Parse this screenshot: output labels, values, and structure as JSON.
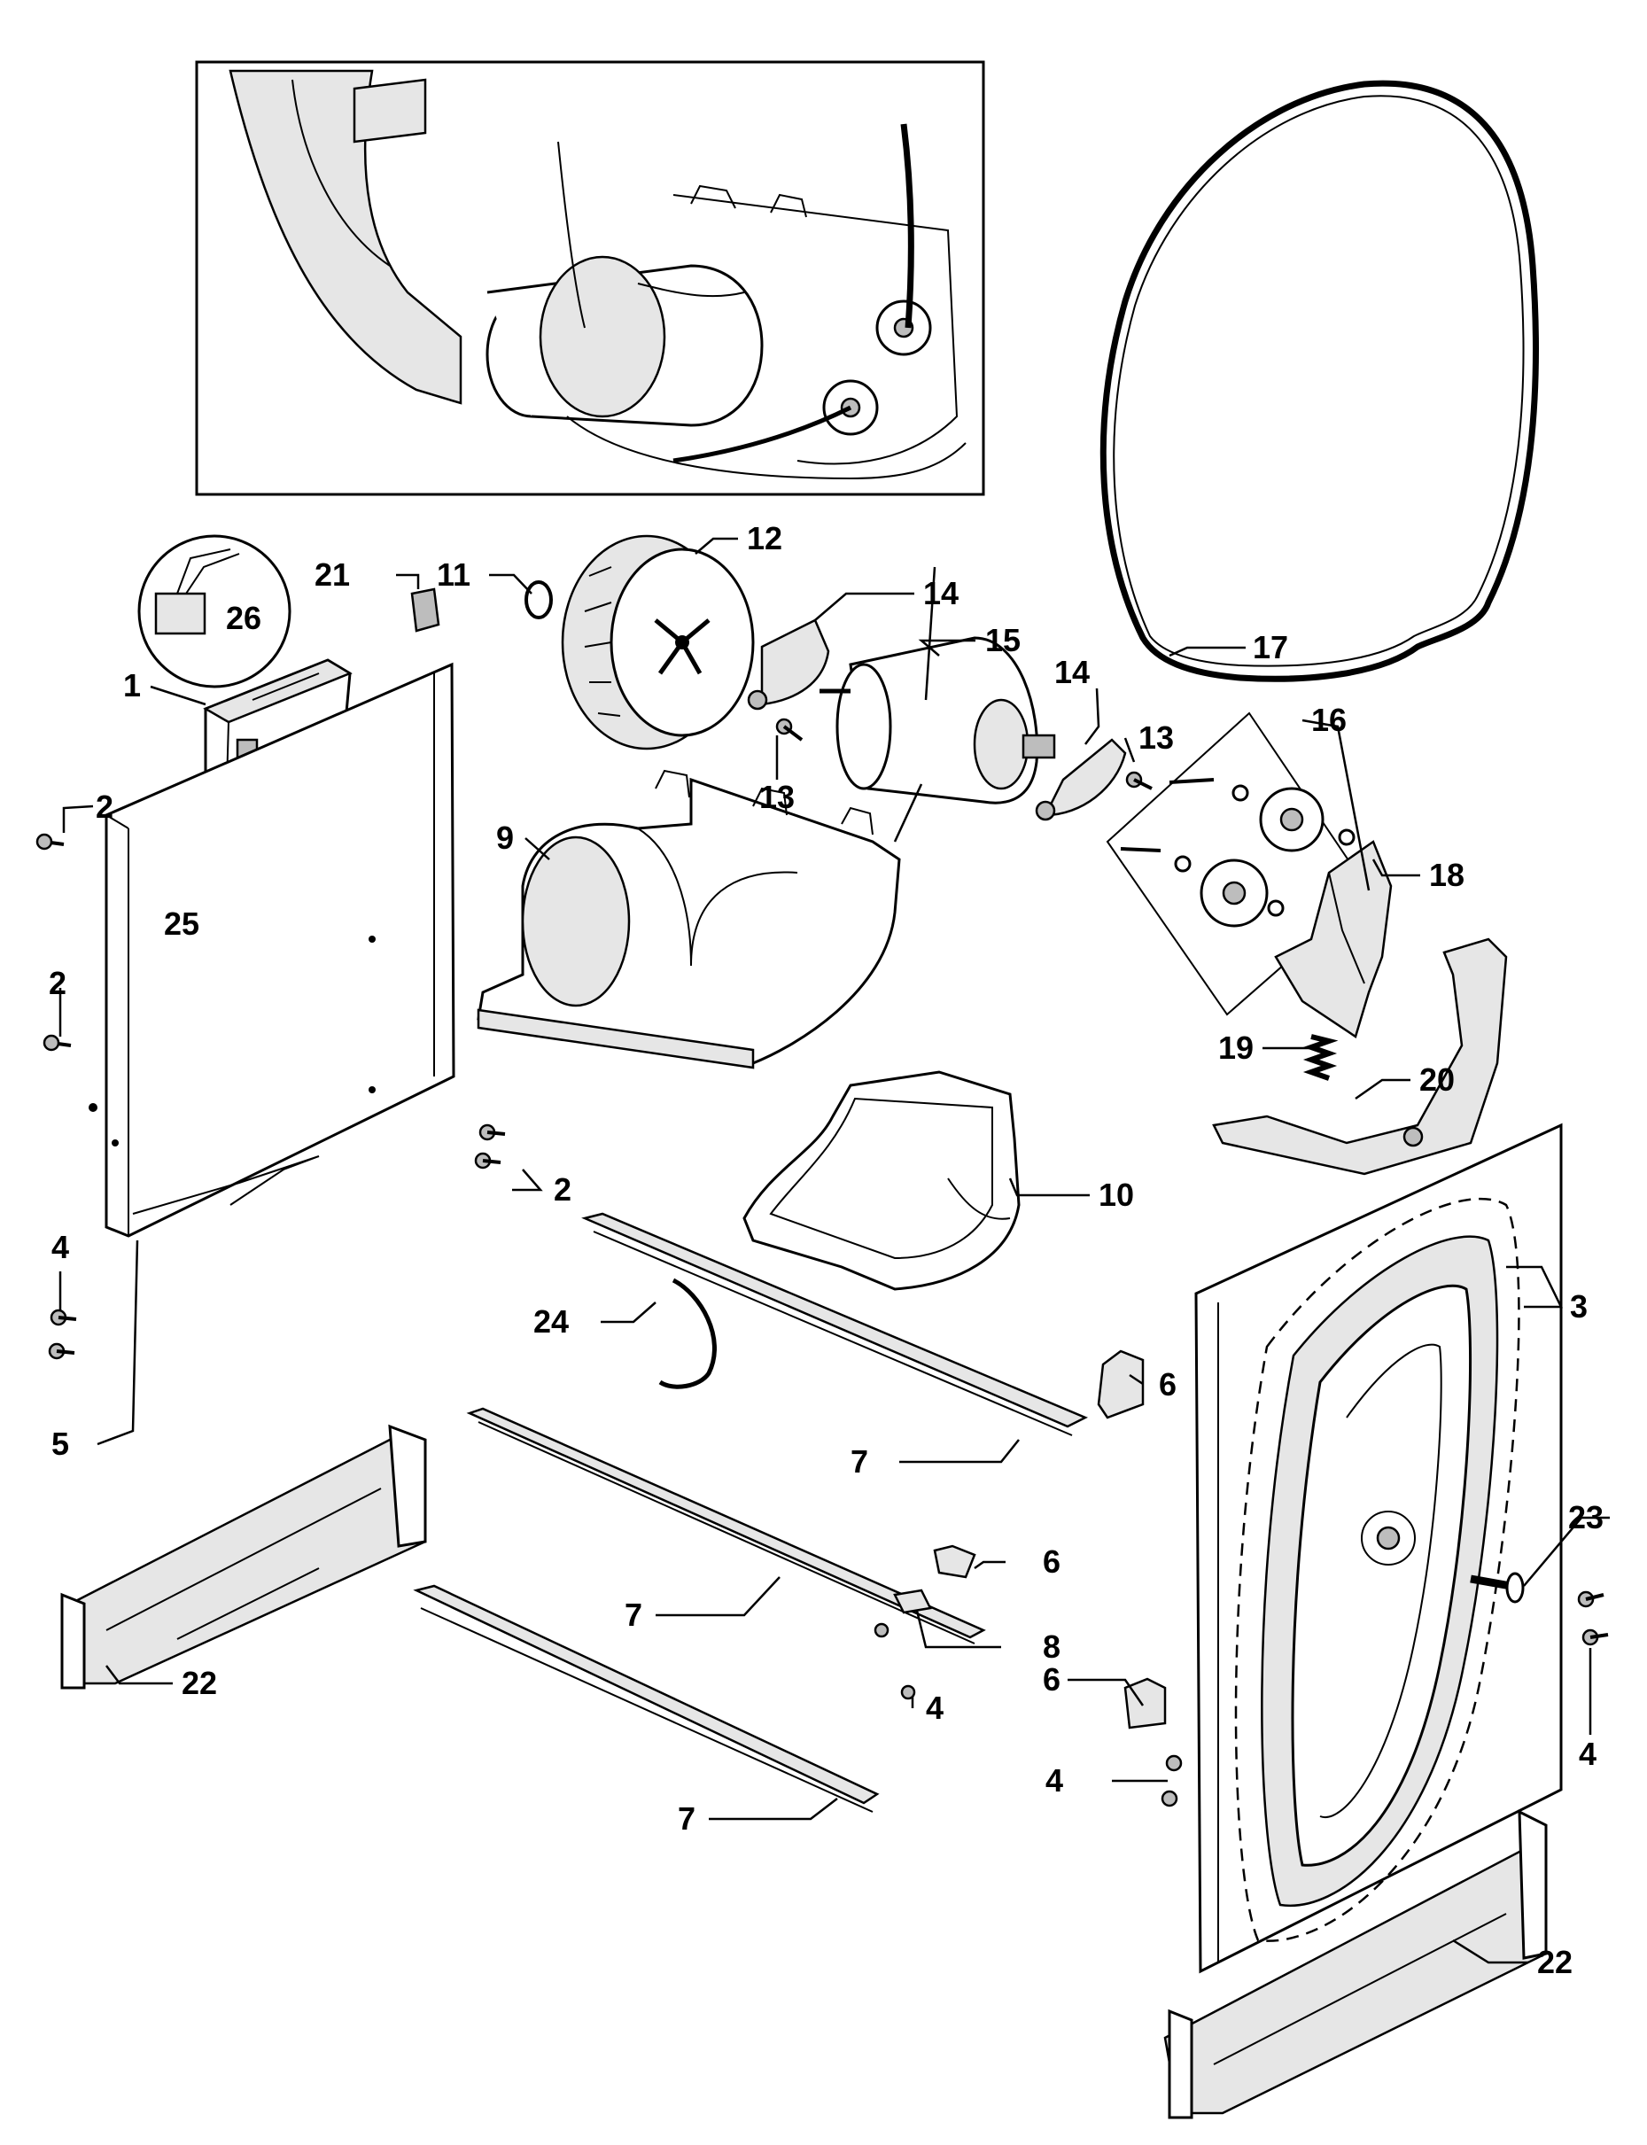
{
  "diagram": {
    "callouts": [
      {
        "id": "c1",
        "text": "1"
      },
      {
        "id": "c2a",
        "text": "2"
      },
      {
        "id": "c2b",
        "text": "2"
      },
      {
        "id": "c2c",
        "text": "2"
      },
      {
        "id": "c3",
        "text": "3"
      },
      {
        "id": "c4a",
        "text": "4"
      },
      {
        "id": "c4b",
        "text": "4"
      },
      {
        "id": "c4c",
        "text": "4"
      },
      {
        "id": "c4d",
        "text": "4"
      },
      {
        "id": "c5",
        "text": "5"
      },
      {
        "id": "c6a",
        "text": "6"
      },
      {
        "id": "c6b",
        "text": "6"
      },
      {
        "id": "c6c",
        "text": "6"
      },
      {
        "id": "c7a",
        "text": "7"
      },
      {
        "id": "c7b",
        "text": "7"
      },
      {
        "id": "c7c",
        "text": "7"
      },
      {
        "id": "c8",
        "text": "8"
      },
      {
        "id": "c9",
        "text": "9"
      },
      {
        "id": "c10",
        "text": "10"
      },
      {
        "id": "c11",
        "text": "11"
      },
      {
        "id": "c12",
        "text": "12"
      },
      {
        "id": "c13a",
        "text": "13"
      },
      {
        "id": "c13b",
        "text": "13"
      },
      {
        "id": "c14a",
        "text": "14"
      },
      {
        "id": "c14b",
        "text": "14"
      },
      {
        "id": "c15",
        "text": "15"
      },
      {
        "id": "c16",
        "text": "16"
      },
      {
        "id": "c17",
        "text": "17"
      },
      {
        "id": "c18",
        "text": "18"
      },
      {
        "id": "c19",
        "text": "19"
      },
      {
        "id": "c20",
        "text": "20"
      },
      {
        "id": "c21",
        "text": "21"
      },
      {
        "id": "c22a",
        "text": "22"
      },
      {
        "id": "c22b",
        "text": "22"
      },
      {
        "id": "c23",
        "text": "23"
      },
      {
        "id": "c24",
        "text": "24"
      },
      {
        "id": "c25",
        "text": "25"
      },
      {
        "id": "c26",
        "text": "26"
      }
    ]
  }
}
